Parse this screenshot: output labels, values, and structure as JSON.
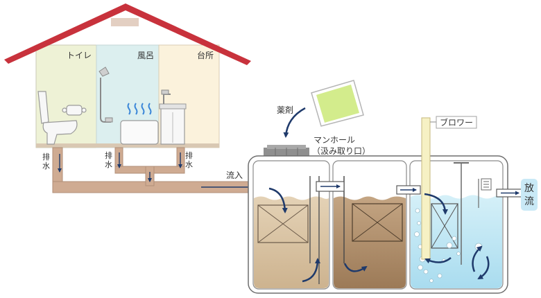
{
  "rooms": {
    "toilet": "トイレ",
    "bath": "風呂",
    "kitchen": "台所"
  },
  "drain_label": [
    "排",
    "水"
  ],
  "inflow_label": "流入",
  "chemical_label": "薬剤",
  "manhole_label": {
    "line1": "マンホール",
    "line2": "（汲み取り口）"
  },
  "blower_label": "ブロワー",
  "discharge_label": [
    "放",
    "流"
  ],
  "colors": {
    "roof": "#c8323c",
    "toilet_room": "#eef2d6",
    "bath_room": "#dcefef",
    "kitchen_room": "#fbf2dc",
    "pipe": "#cfab92",
    "chamber1_water": "#d9c3a4",
    "chamber2_water": "#b08f6c",
    "chamber3_water": "#bfe7f3",
    "arrow": "#1f3a6b",
    "discharge_box": "#c9e9f6",
    "chemical_card": "#d3ec8c"
  }
}
